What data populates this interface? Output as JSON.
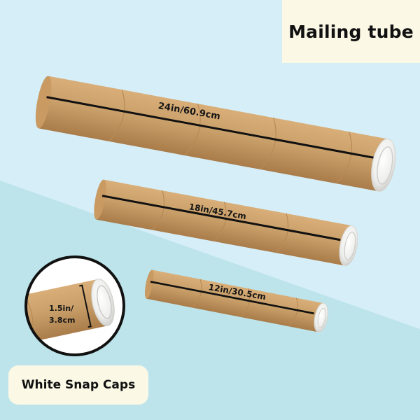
{
  "title": "Mailing tube",
  "caps_label": "White Snap Caps",
  "tubes": [
    {
      "length_label": "24in/60.9cm"
    },
    {
      "length_label": "18in/45.7cm"
    },
    {
      "length_label": "12in/30.5cm"
    }
  ],
  "diameter_label": {
    "line1": "1.5in/",
    "line2": "3.8cm"
  },
  "colors": {
    "background_light_blue": "#d6eef8",
    "background_teal": "#bde4ea",
    "label_cream": "#fbf8e6",
    "kraft": "#c99a62",
    "kraft_shadow": "#a87a48",
    "cap_white": "#f4f4f2"
  }
}
